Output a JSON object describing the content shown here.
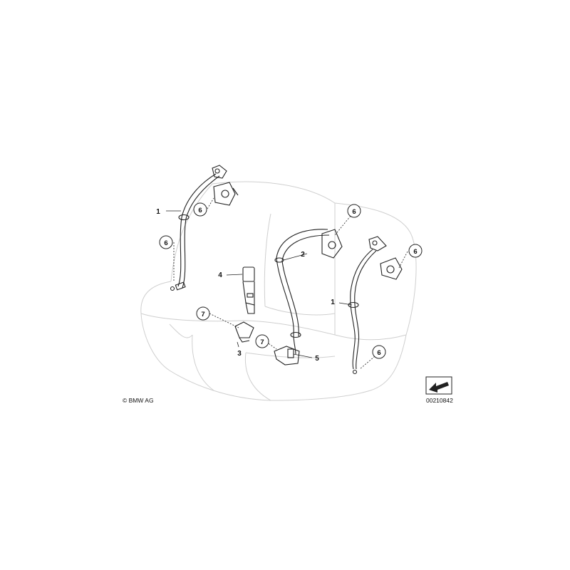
{
  "callouts": {
    "c1a": "1",
    "c1b": "1",
    "c2": "2",
    "c3": "3",
    "c4": "4",
    "c5": "5",
    "c6a": "6",
    "c6b": "6",
    "c6c": "6",
    "c6d": "6",
    "c6e": "6",
    "c7a": "7",
    "c7b": "7"
  },
  "footer": {
    "copyright": "© BMW AG",
    "diagram_number": "00210842"
  },
  "icons": {
    "corner_marker": "direction-arrow-icon"
  }
}
